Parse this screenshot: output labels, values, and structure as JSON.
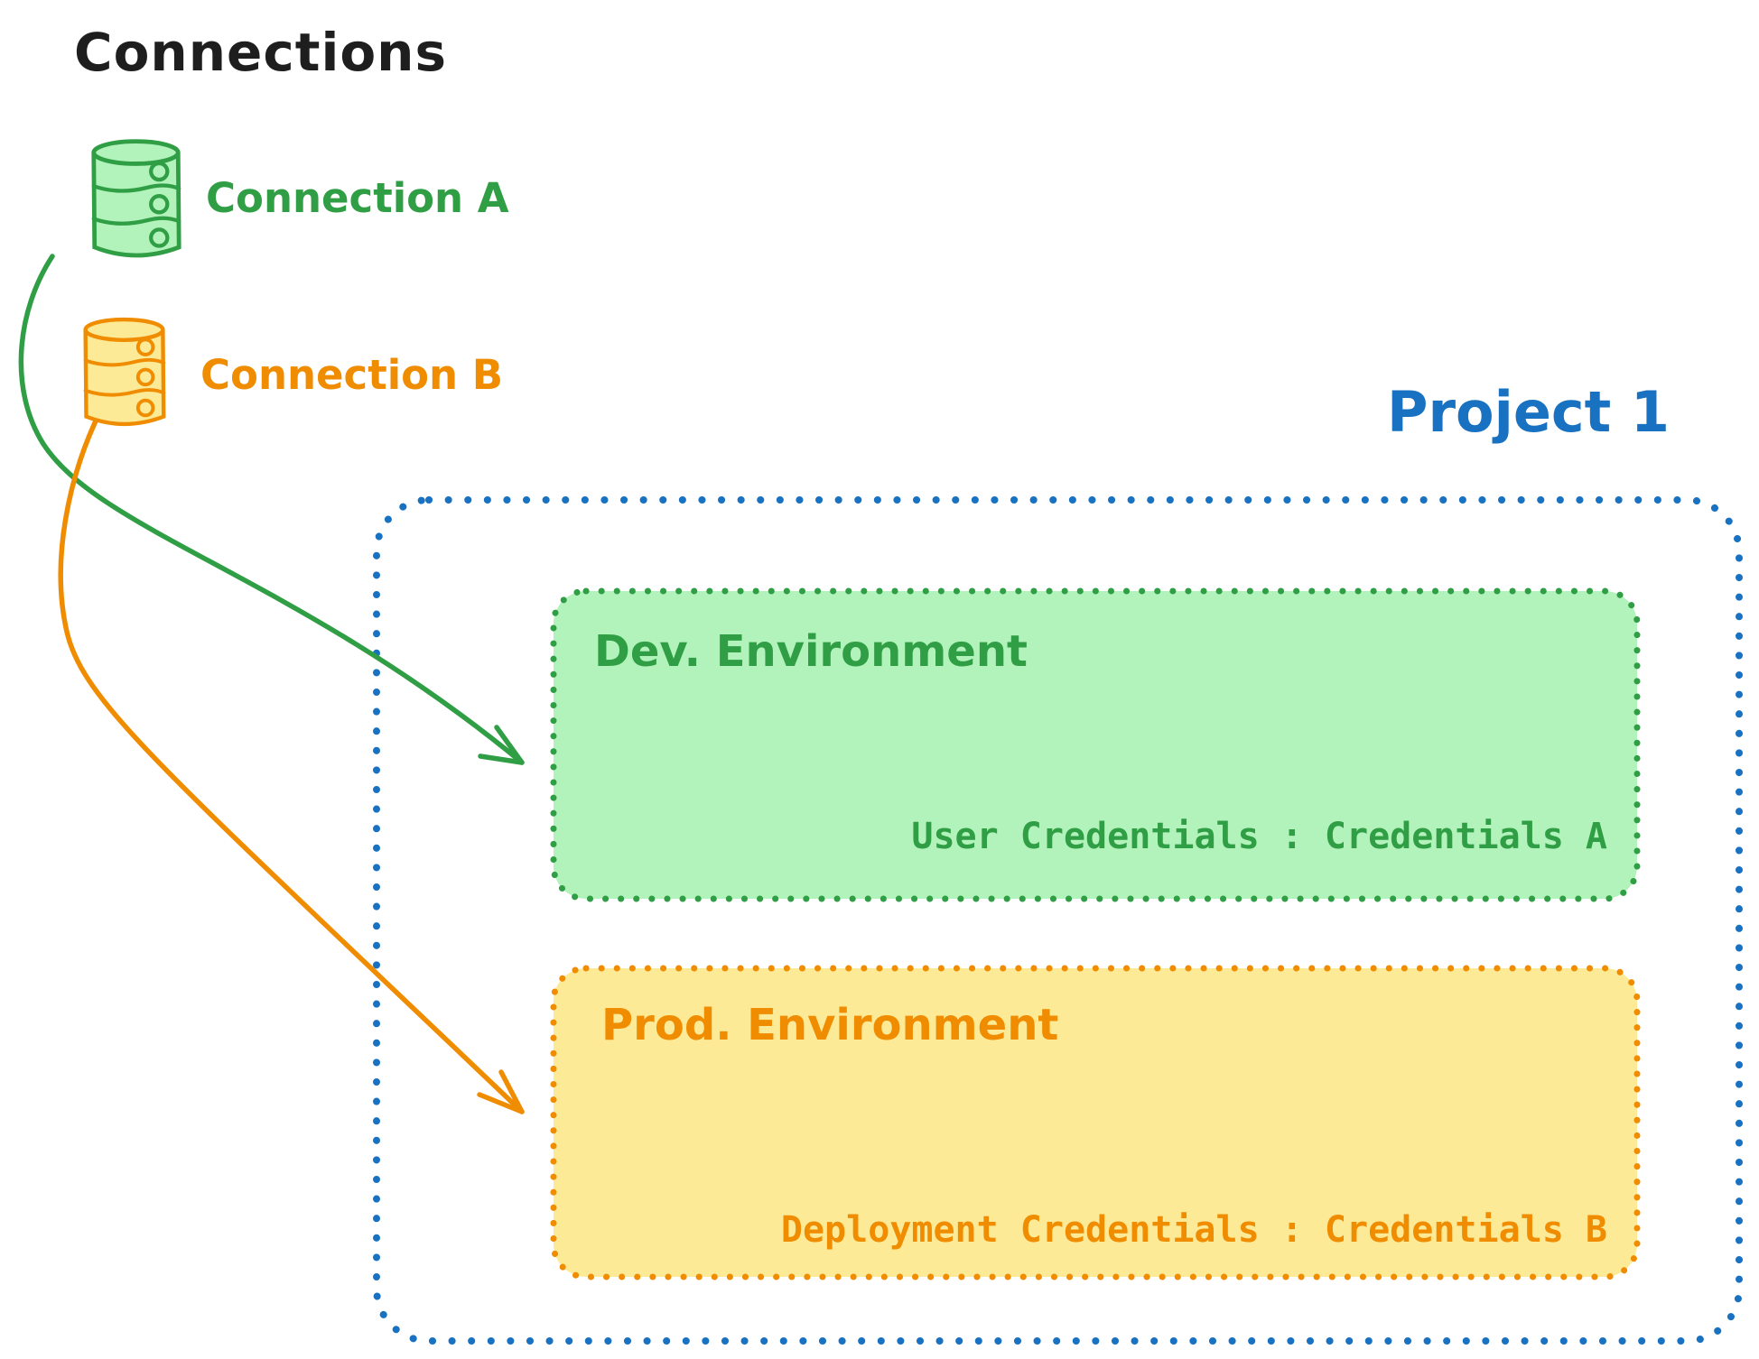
{
  "title": "Connections",
  "connections": [
    {
      "label": "Connection A",
      "icon": "database-icon",
      "color": "#2f9e44",
      "fill": "#b2f2bb"
    },
    {
      "label": "Connection B",
      "icon": "database-icon",
      "color": "#f08c00",
      "fill": "#fdea96"
    }
  ],
  "project": {
    "title": "Project 1",
    "border_color": "#1971c2",
    "environments": [
      {
        "name": "Dev. Environment",
        "credentials_label": "User Credentials : Credentials A",
        "color": "#2f9e44",
        "fill": "#b2f2bb"
      },
      {
        "name": "Prod. Environment",
        "credentials_label": "Deployment Credentials : Credentials B",
        "color": "#f08c00",
        "fill": "#fdea96"
      }
    ]
  },
  "arrows": [
    {
      "from": "Connection A",
      "to": "Dev. Environment",
      "color": "#2f9e44"
    },
    {
      "from": "Connection B",
      "to": "Prod. Environment",
      "color": "#f08c00"
    }
  ],
  "colors": {
    "ink": "#1e1e1e",
    "green": "#2f9e44",
    "green-fill": "#b2f2bb",
    "orange": "#f08c00",
    "orange-fill": "#fdea96",
    "blue": "#1971c2",
    "canvas": "#ffffff"
  }
}
